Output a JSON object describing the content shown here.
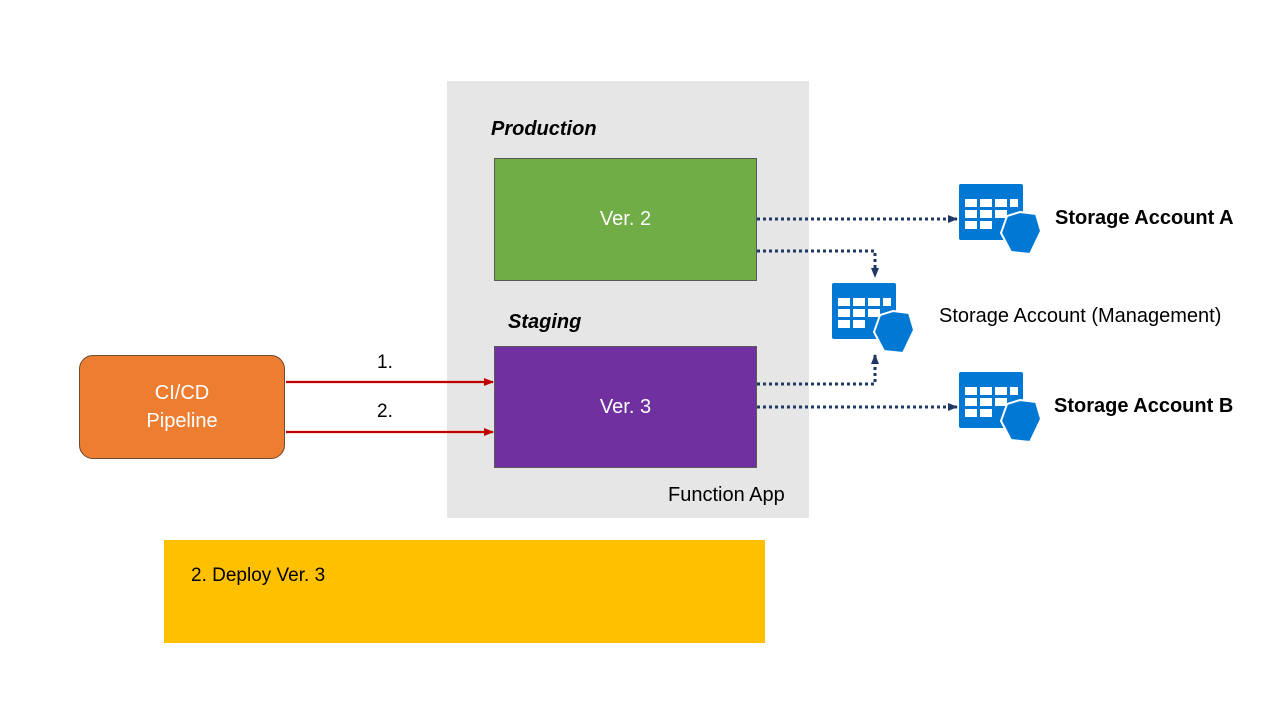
{
  "colors": {
    "function_app_bg": "#e7e6e6",
    "production": "#70ad47",
    "staging": "#7030a0",
    "pipeline": "#ed7d31",
    "note": "#ffc000",
    "deploy_arrow": "#c00000",
    "dependency_arrow": "#1f3864",
    "storage_icon": "#0078d4"
  },
  "function_app": {
    "label": "Function App",
    "production": {
      "slot_label": "Production",
      "version": "Ver. 2"
    },
    "staging": {
      "slot_label": "Staging",
      "version": "Ver. 3"
    }
  },
  "pipeline": {
    "line1": "CI/CD",
    "line2": "Pipeline"
  },
  "steps": [
    {
      "label": "1."
    },
    {
      "label": "2."
    }
  ],
  "storage": {
    "a": {
      "label": "Storage Account A",
      "icon": "storage-table-icon"
    },
    "management": {
      "label": "Storage Account (Management)",
      "icon": "storage-table-icon"
    },
    "b": {
      "label": "Storage Account B",
      "icon": "storage-table-icon"
    }
  },
  "note": {
    "text": "2. Deploy Ver. 3"
  }
}
